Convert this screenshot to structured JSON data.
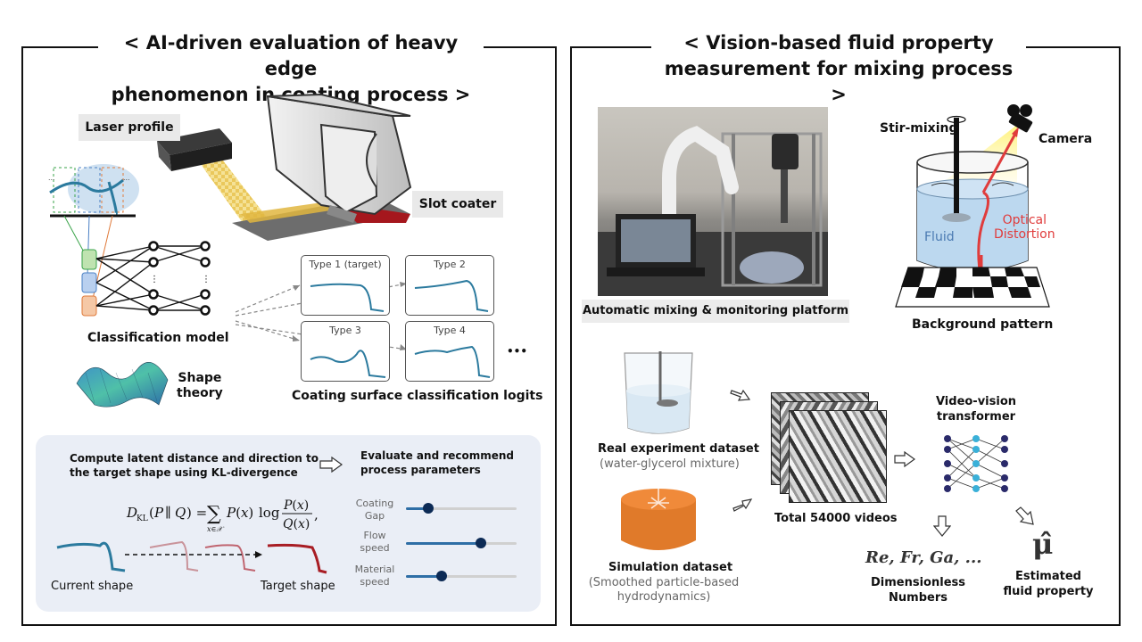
{
  "left": {
    "title_line1": "< AI-driven evaluation of heavy edge",
    "title_line2": "phenomenon in coating process >",
    "laser_profile": "Laser profile",
    "slot_coater": "Slot coater",
    "classification_model": "Classification model",
    "shape_theory_line1": "Shape",
    "shape_theory_line2": "theory",
    "types": [
      "Type 1 (target)",
      "Type 2",
      "Type 3",
      "Type 4"
    ],
    "ellipsis": "•••",
    "logits_caption": "Coating surface classification logits",
    "compute_line1": "Compute latent distance and direction to",
    "compute_line2": "the target shape using KL-divergence",
    "evaluate_line1": "Evaluate and recommend",
    "evaluate_line2": "process parameters",
    "formula": "D_KL(P ∥ Q) = Σ_{x∈X} P(x) log P(x)/Q(x),",
    "current_shape": "Current shape",
    "target_shape": "Target shape",
    "params": [
      {
        "line1": "Coating",
        "line2": "Gap",
        "value": 0.2
      },
      {
        "line1": "Flow",
        "line2": "speed",
        "value": 0.68
      },
      {
        "line1": "Material",
        "line2": "speed",
        "value": 0.32
      }
    ]
  },
  "right": {
    "title_line1": "< Vision-based fluid property",
    "title_line2": "measurement for mixing process >",
    "platform_caption": "Automatic mixing & monitoring platform",
    "stir_mixing": "Stir-mixing",
    "camera": "Camera",
    "fluid": "Fluid",
    "optical_line1": "Optical",
    "optical_line2": "Distortion",
    "background_pattern": "Background pattern",
    "real_title": "Real experiment dataset",
    "real_sub": "(water-glycerol mixture)",
    "sim_title": "Simulation dataset",
    "sim_sub1": "(Smoothed particle-based",
    "sim_sub2": "hydrodynamics)",
    "total_videos": "Total 54000 videos",
    "transformer_line1": "Video-vision",
    "transformer_line2": "transformer",
    "dimensionless_numbers": "Re, Fr, Ga, ...",
    "dimensionless_line1": "Dimensionless",
    "dimensionless_line2": "Numbers",
    "mu_hat": "μ̂",
    "estimated_line1": "Estimated",
    "estimated_line2": "fluid property"
  },
  "colors": {
    "curve_blue": "#2b7a9e",
    "target_red": "#a81d24",
    "fluid_blue": "#bcd8ef",
    "optical_red": "#e03c3c",
    "sim_orange": "#e07a2a"
  }
}
